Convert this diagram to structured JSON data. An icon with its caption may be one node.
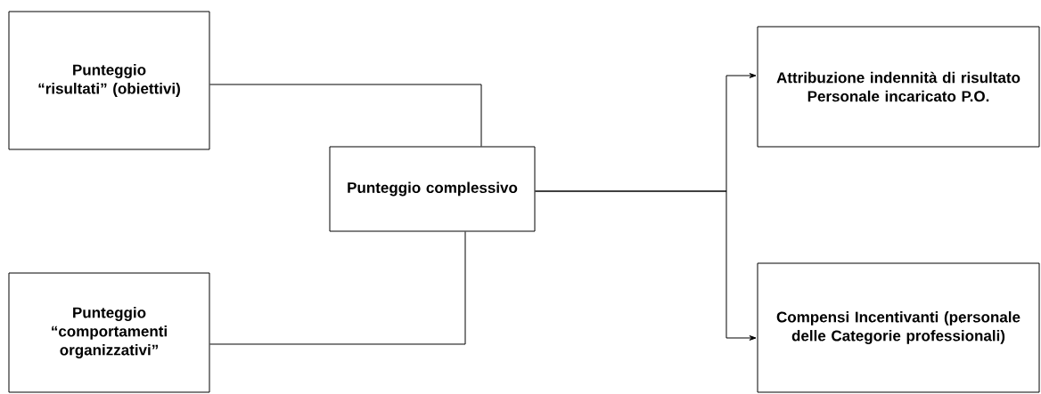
{
  "diagram": {
    "nodes": [
      {
        "text": [
          "Punteggio “risultati” (obiettivi)"
        ]
      },
      {
        "text": [
          "Punteggio “comportamenti organizzativi”"
        ]
      },
      {
        "text": [
          "Punteggio complessivo"
        ]
      },
      {
        "text": [
          "Attribuzione indennità di risultato Personale incaricato P.O."
        ]
      },
      {
        "text": [
          "Compensi Incentivanti (personale delle Categorie professionali)"
        ]
      }
    ],
    "edges": [
      {
        "from": 0,
        "to": 2,
        "arrow": "none"
      },
      {
        "from": 1,
        "to": 2,
        "arrow": "none"
      },
      {
        "from": 2,
        "to": 3,
        "arrow": "to"
      },
      {
        "from": 2,
        "to": 4,
        "arrow": "to"
      }
    ]
  }
}
